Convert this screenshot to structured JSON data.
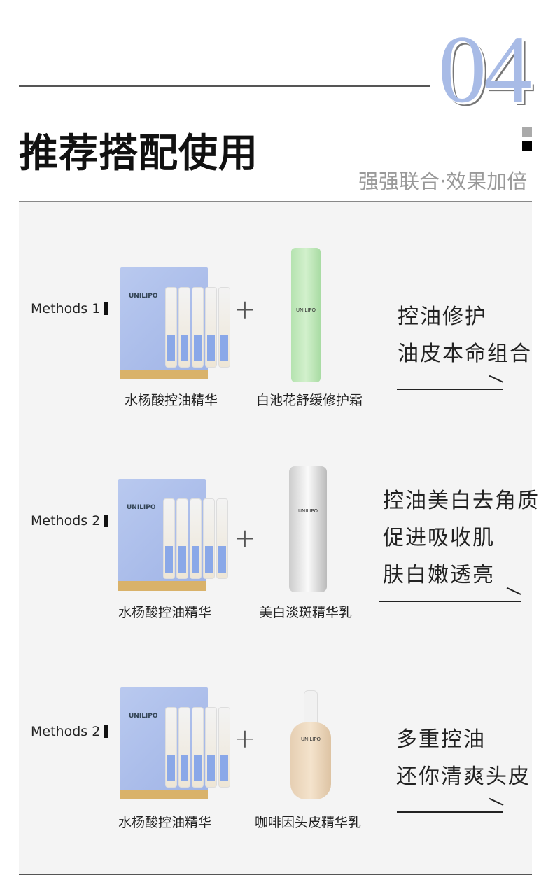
{
  "header": {
    "number": "04",
    "title": "推荐搭配使用",
    "subtitle": "强强联合·效果加倍"
  },
  "methods": [
    {
      "label": "Methods 1",
      "products": [
        {
          "name": "水杨酸控油精华"
        },
        {
          "name": "白池花舒缓修护霜"
        }
      ],
      "description": [
        "控油修护",
        "油皮本命组合"
      ]
    },
    {
      "label": "Methods 2",
      "products": [
        {
          "name": "水杨酸控油精华"
        },
        {
          "name": "美白淡斑精华乳"
        }
      ],
      "description": [
        "控油美白去角质",
        "促进吸收肌",
        "肤白嫩透亮"
      ]
    },
    {
      "label": "Methods 2",
      "products": [
        {
          "name": "水杨酸控油精华"
        },
        {
          "name": "咖啡因头皮精华乳"
        }
      ],
      "description": [
        "多重控油",
        "还你清爽头皮"
      ]
    }
  ],
  "brand": "UNILIPO",
  "plus": "+",
  "colors": {
    "number": "#a8bbe6",
    "box": "#a9bcea",
    "panel": "#f4f4f4"
  }
}
